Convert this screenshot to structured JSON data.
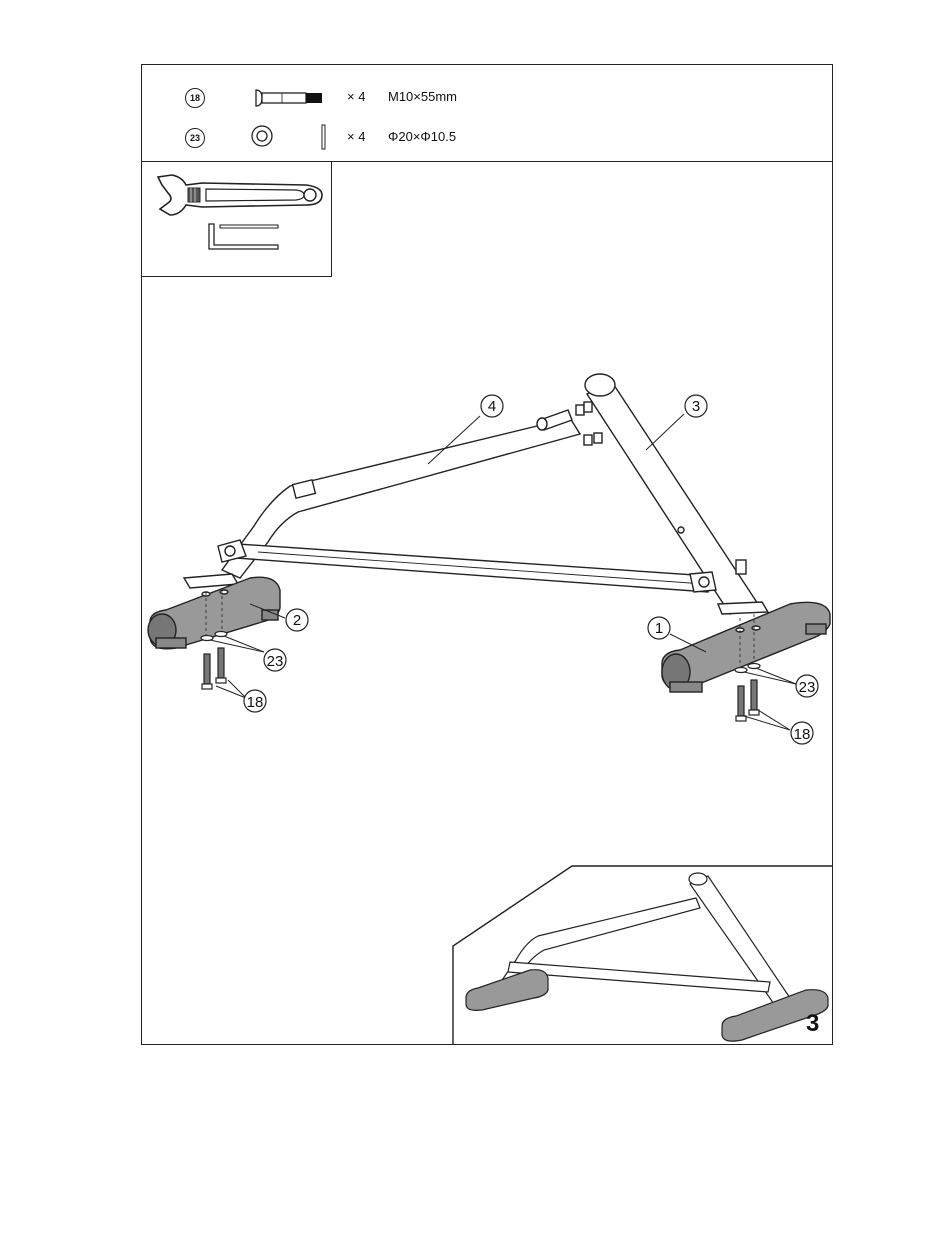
{
  "hardware": [
    {
      "part_no": "18",
      "qty": "×  4",
      "spec": "M10×55mm",
      "icon": "bolt-icon"
    },
    {
      "part_no": "23",
      "qty": "×  4",
      "spec": "Φ20×Φ10.5",
      "icon": "washer-icon"
    }
  ],
  "tools": [
    "wrench-icon",
    "allen-key-icon"
  ],
  "callouts": {
    "part_1": "1",
    "part_2": "2",
    "part_3": "3",
    "part_4": "4",
    "left_washer": "23",
    "left_bolt": "18",
    "right_washer": "23",
    "right_bolt": "18"
  },
  "step_number": "3"
}
